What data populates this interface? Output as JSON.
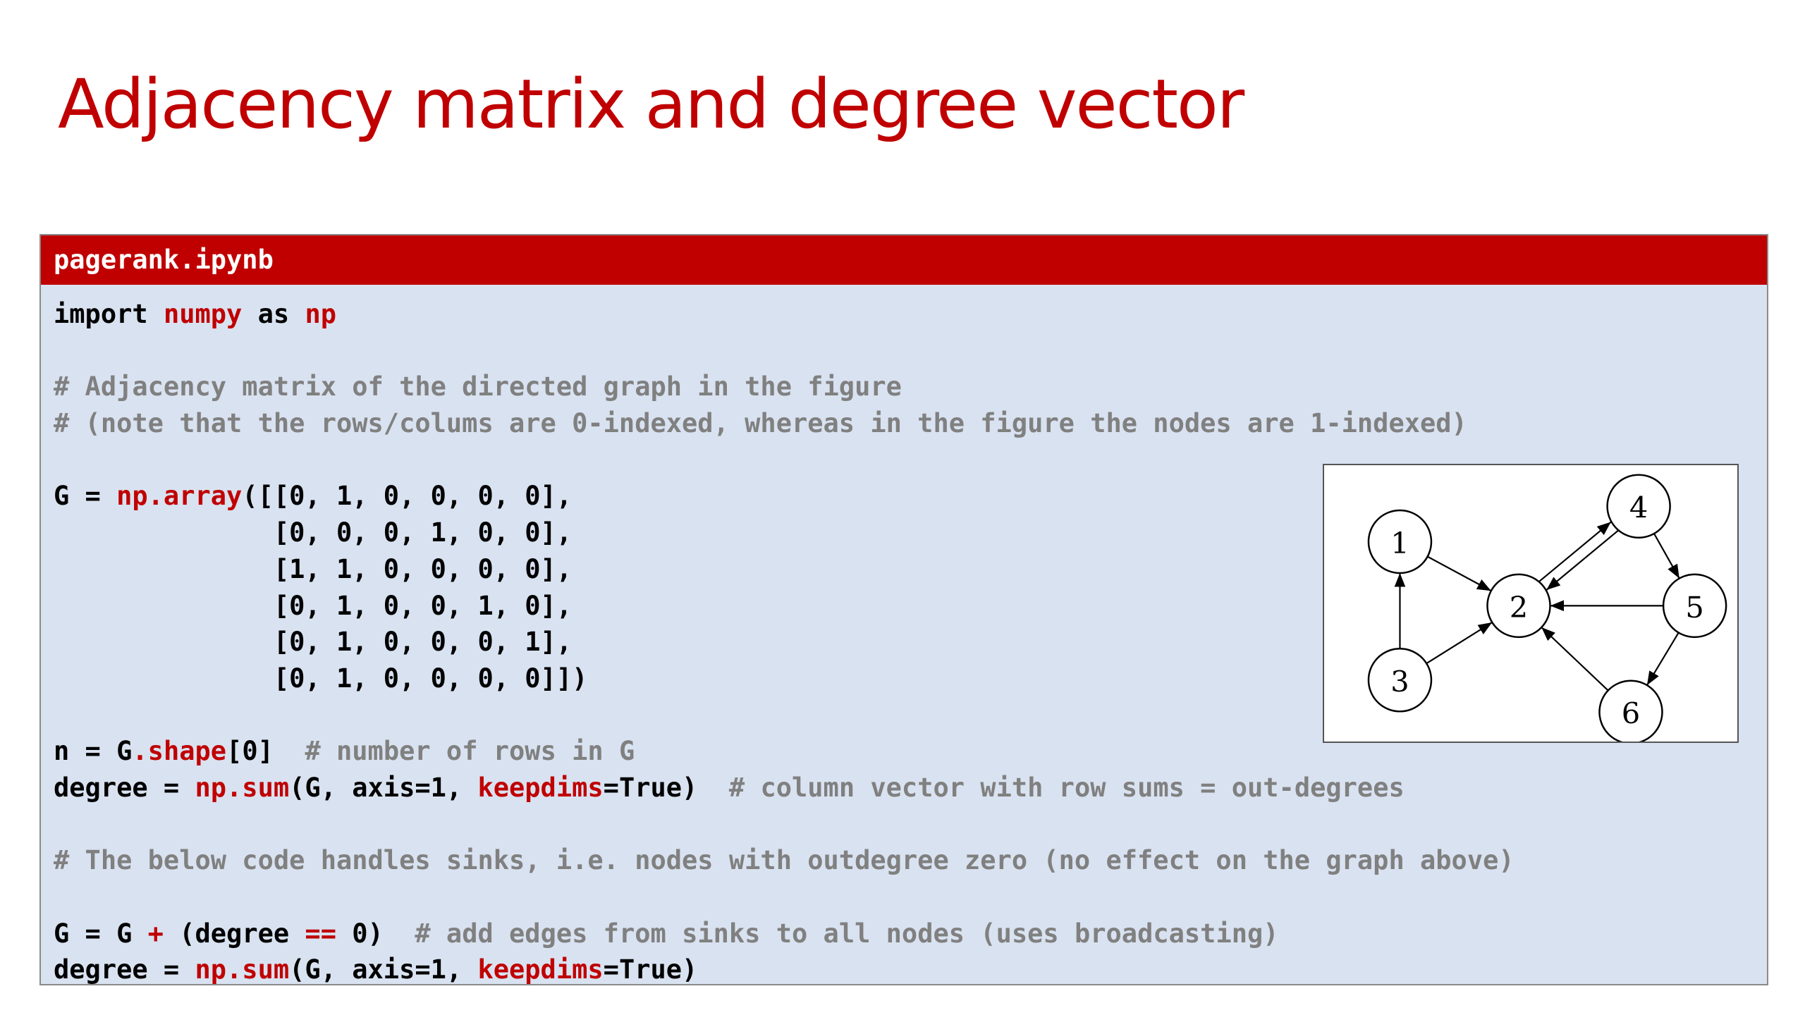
{
  "slide": {
    "title": "Adjacency matrix and degree vector"
  },
  "panel": {
    "filename": "pagerank.ipynb"
  },
  "code_lines": [
    [
      {
        "t": "import ",
        "c": "kw"
      },
      {
        "t": "numpy",
        "c": "red"
      },
      {
        "t": " as ",
        "c": "kw"
      },
      {
        "t": "np",
        "c": "red"
      }
    ],
    [],
    [
      {
        "t": "# Adjacency matrix of the directed graph in the figure",
        "c": "cm"
      }
    ],
    [
      {
        "t": "# (note that the rows/colums are 0-indexed, whereas in the figure the nodes are 1-indexed)",
        "c": "cm"
      }
    ],
    [],
    [
      {
        "t": "G = ",
        "c": "kw"
      },
      {
        "t": "np.array",
        "c": "red"
      },
      {
        "t": "([[0, 1, 0, 0, 0, 0],",
        "c": "kw"
      }
    ],
    [
      {
        "t": "              [0, 0, 0, 1, 0, 0],",
        "c": "kw"
      }
    ],
    [
      {
        "t": "              [1, 1, 0, 0, 0, 0],",
        "c": "kw"
      }
    ],
    [
      {
        "t": "              [0, 1, 0, 0, 1, 0],",
        "c": "kw"
      }
    ],
    [
      {
        "t": "              [0, 1, 0, 0, 0, 1],",
        "c": "kw"
      }
    ],
    [
      {
        "t": "              [0, 1, 0, 0, 0, 0]])",
        "c": "kw"
      }
    ],
    [],
    [
      {
        "t": "n = G",
        "c": "kw"
      },
      {
        "t": ".shape",
        "c": "red"
      },
      {
        "t": "[0]  ",
        "c": "kw"
      },
      {
        "t": "# number of rows in G",
        "c": "cm"
      }
    ],
    [
      {
        "t": "degree = ",
        "c": "kw"
      },
      {
        "t": "np.sum",
        "c": "red"
      },
      {
        "t": "(G, axis=1, ",
        "c": "kw"
      },
      {
        "t": "keepdims",
        "c": "red"
      },
      {
        "t": "=True)  ",
        "c": "kw"
      },
      {
        "t": "# column vector with row sums = out-degrees",
        "c": "cm"
      }
    ],
    [],
    [
      {
        "t": "# The below code handles sinks, i.e. nodes with outdegree zero (no effect on the graph above)",
        "c": "cm"
      }
    ],
    [],
    [
      {
        "t": "G = G ",
        "c": "kw"
      },
      {
        "t": "+",
        "c": "red"
      },
      {
        "t": " (degree ",
        "c": "kw"
      },
      {
        "t": "==",
        "c": "red"
      },
      {
        "t": " 0)  ",
        "c": "kw"
      },
      {
        "t": "# add edges from sinks to all nodes (uses broadcasting)",
        "c": "cm"
      }
    ],
    [
      {
        "t": "degree = ",
        "c": "kw"
      },
      {
        "t": "np.sum",
        "c": "red"
      },
      {
        "t": "(G, axis=1, ",
        "c": "kw"
      },
      {
        "t": "keepdims",
        "c": "red"
      },
      {
        "t": "=True)",
        "c": "kw"
      }
    ]
  ],
  "graph": {
    "nodes": [
      {
        "id": "1",
        "label": "1"
      },
      {
        "id": "2",
        "label": "2"
      },
      {
        "id": "3",
        "label": "3"
      },
      {
        "id": "4",
        "label": "4"
      },
      {
        "id": "5",
        "label": "5"
      },
      {
        "id": "6",
        "label": "6"
      }
    ],
    "edges": [
      {
        "from": "1",
        "to": "2"
      },
      {
        "from": "2",
        "to": "4"
      },
      {
        "from": "3",
        "to": "1"
      },
      {
        "from": "3",
        "to": "2"
      },
      {
        "from": "4",
        "to": "2"
      },
      {
        "from": "4",
        "to": "5"
      },
      {
        "from": "5",
        "to": "2"
      },
      {
        "from": "5",
        "to": "6"
      },
      {
        "from": "6",
        "to": "2"
      }
    ]
  }
}
